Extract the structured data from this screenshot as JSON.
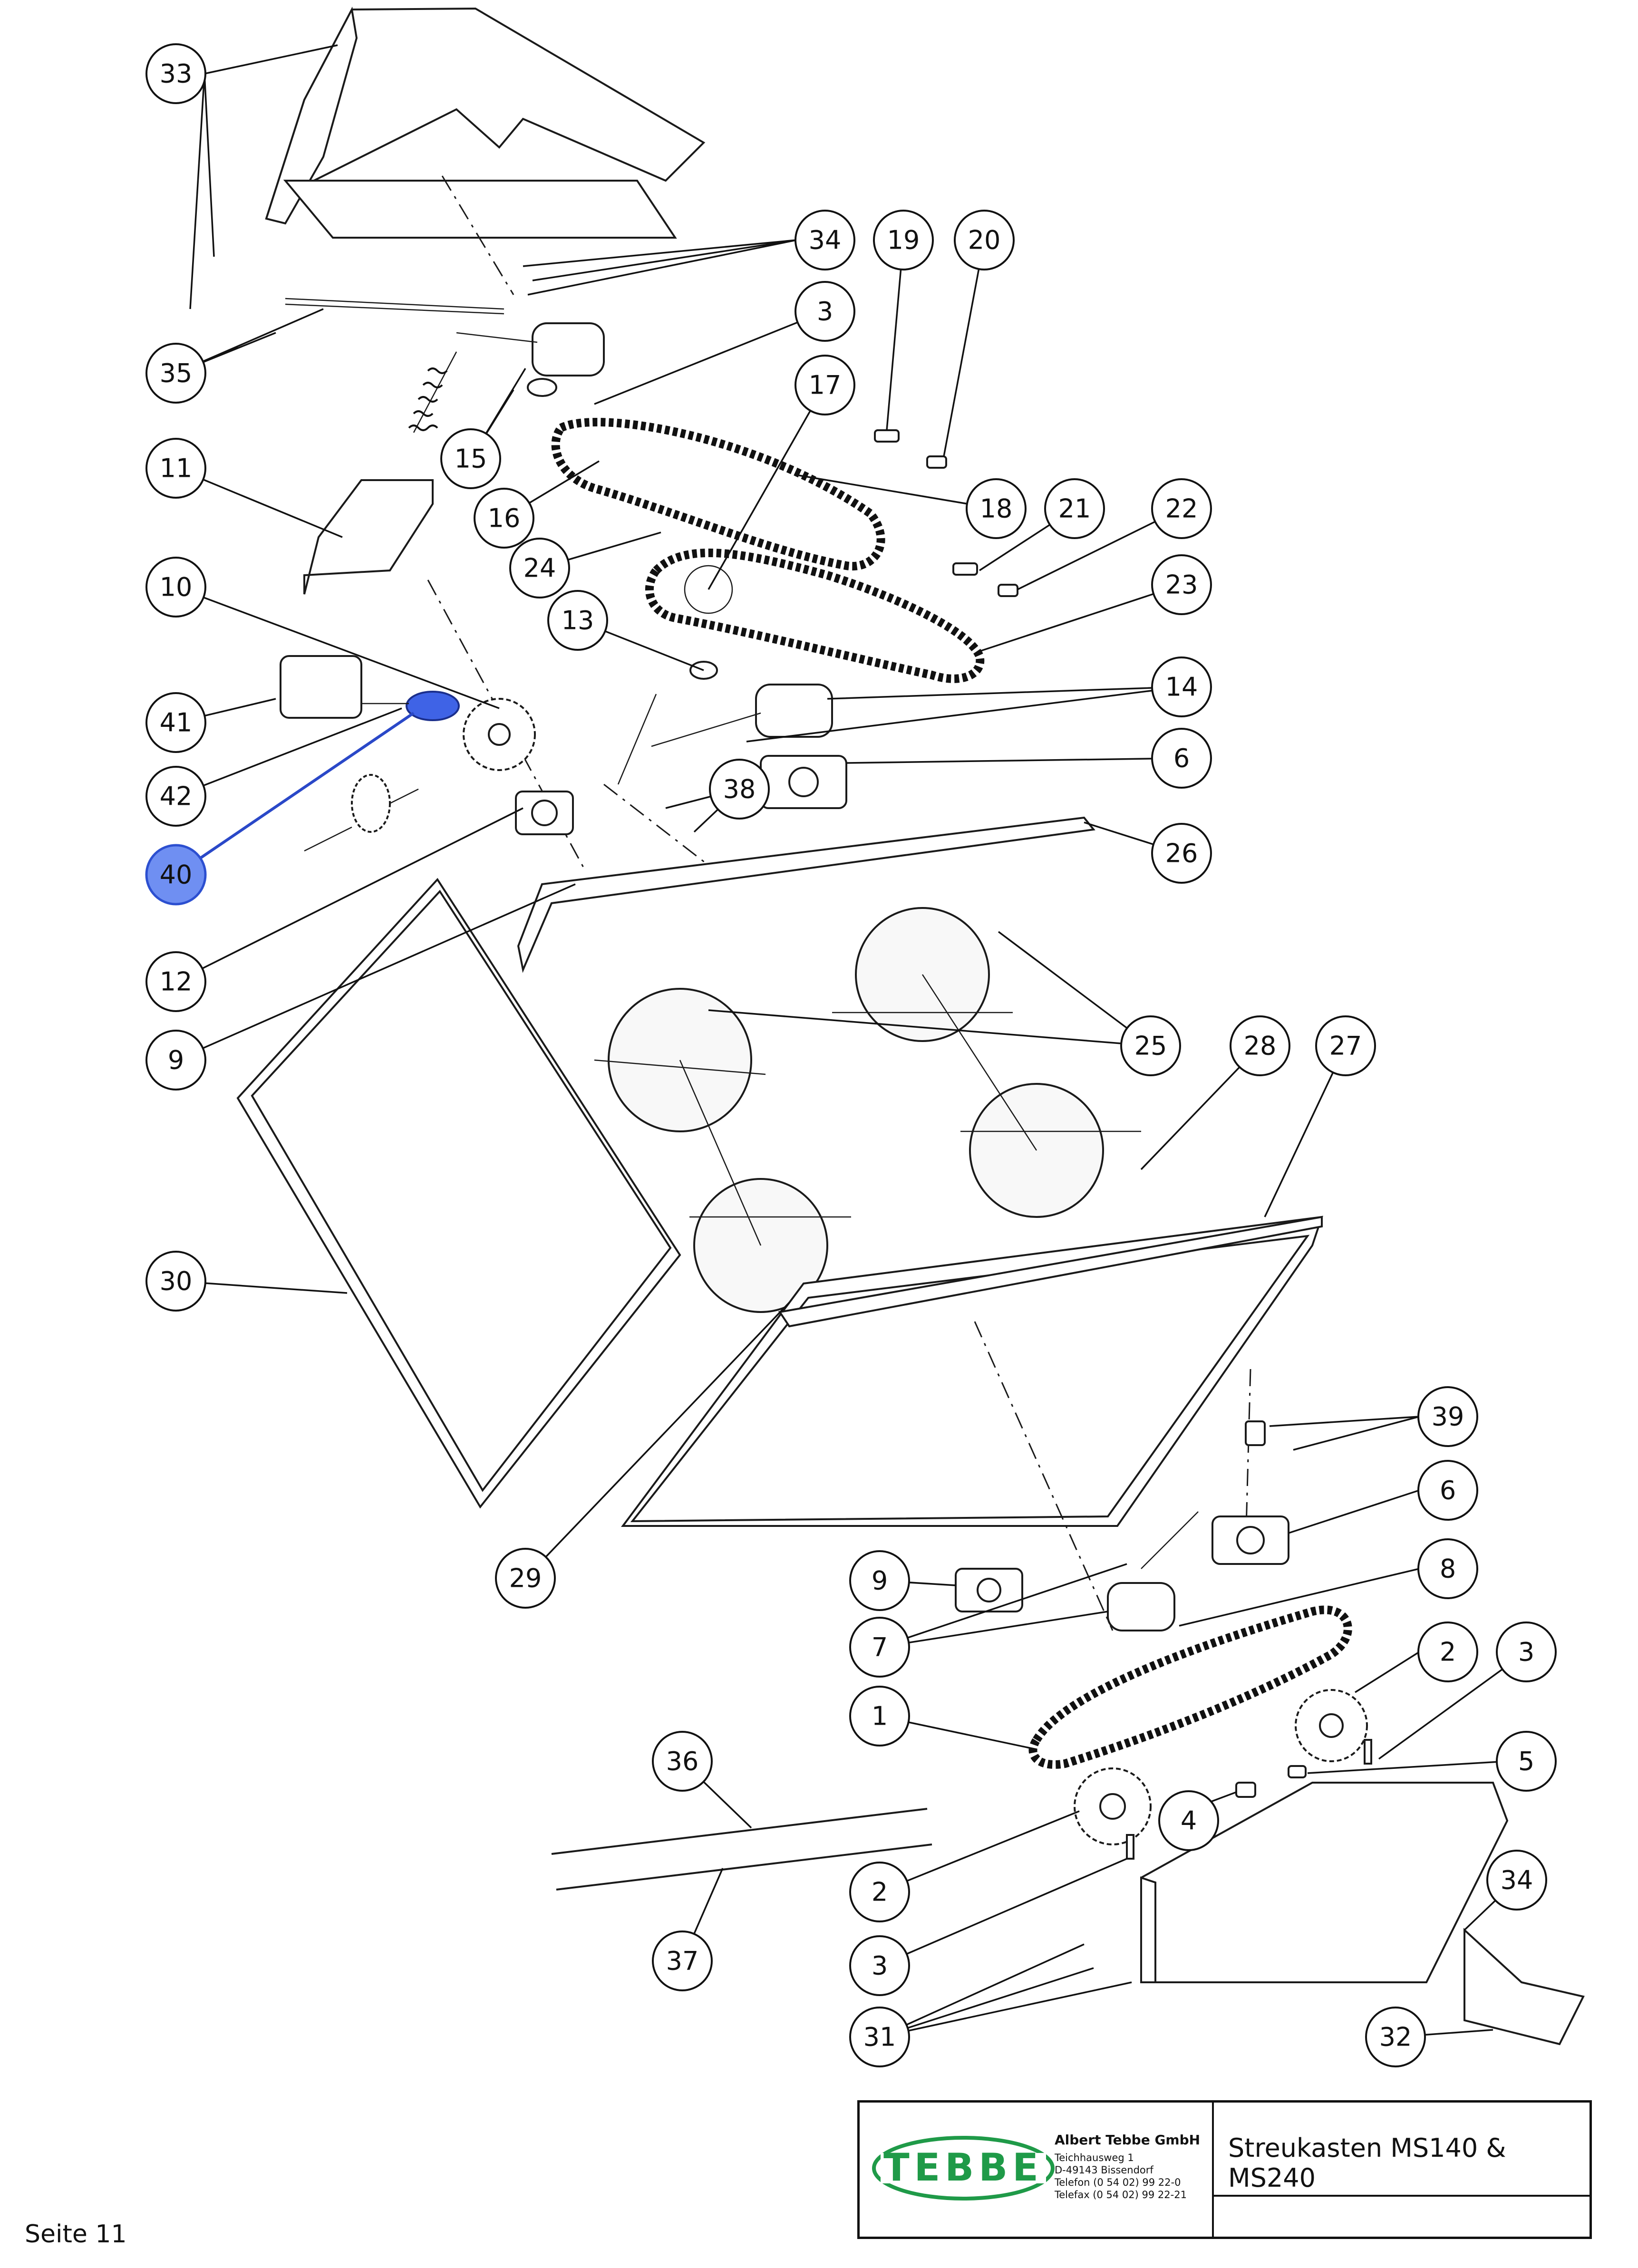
{
  "drawing": {
    "page_label": "Seite 11",
    "selected_callout": "40",
    "callouts": [
      {
        "id": "c33",
        "label": "33"
      },
      {
        "id": "c34a",
        "label": "34"
      },
      {
        "id": "c19",
        "label": "19"
      },
      {
        "id": "c20",
        "label": "20"
      },
      {
        "id": "c3a",
        "label": "3"
      },
      {
        "id": "c35",
        "label": "35"
      },
      {
        "id": "c17",
        "label": "17"
      },
      {
        "id": "c15",
        "label": "15"
      },
      {
        "id": "c11",
        "label": "11"
      },
      {
        "id": "c16",
        "label": "16"
      },
      {
        "id": "c18",
        "label": "18"
      },
      {
        "id": "c21",
        "label": "21"
      },
      {
        "id": "c22",
        "label": "22"
      },
      {
        "id": "c24",
        "label": "24"
      },
      {
        "id": "c10",
        "label": "10"
      },
      {
        "id": "c23",
        "label": "23"
      },
      {
        "id": "c13",
        "label": "13"
      },
      {
        "id": "c14",
        "label": "14"
      },
      {
        "id": "c41",
        "label": "41"
      },
      {
        "id": "c6a",
        "label": "6"
      },
      {
        "id": "c42",
        "label": "42"
      },
      {
        "id": "c38",
        "label": "38"
      },
      {
        "id": "c40",
        "label": "40"
      },
      {
        "id": "c26",
        "label": "26"
      },
      {
        "id": "c12",
        "label": "12"
      },
      {
        "id": "c25",
        "label": "25"
      },
      {
        "id": "c28",
        "label": "28"
      },
      {
        "id": "c27",
        "label": "27"
      },
      {
        "id": "c9a",
        "label": "9"
      },
      {
        "id": "c30",
        "label": "30"
      },
      {
        "id": "c39",
        "label": "39"
      },
      {
        "id": "c6b",
        "label": "6"
      },
      {
        "id": "c29",
        "label": "29"
      },
      {
        "id": "c8",
        "label": "8"
      },
      {
        "id": "c9b",
        "label": "9"
      },
      {
        "id": "c7",
        "label": "7"
      },
      {
        "id": "c2a",
        "label": "2"
      },
      {
        "id": "c3b",
        "label": "3"
      },
      {
        "id": "c1",
        "label": "1"
      },
      {
        "id": "c5",
        "label": "5"
      },
      {
        "id": "c36",
        "label": "36"
      },
      {
        "id": "c4",
        "label": "4"
      },
      {
        "id": "c34b",
        "label": "34"
      },
      {
        "id": "c2b",
        "label": "2"
      },
      {
        "id": "c37",
        "label": "37"
      },
      {
        "id": "c3c",
        "label": "3"
      },
      {
        "id": "c31",
        "label": "31"
      },
      {
        "id": "c32",
        "label": "32"
      }
    ]
  },
  "title_block": {
    "logo_text": "TEBBE",
    "company": "Albert Tebbe GmbH",
    "street": "Teichhausweg 1",
    "city": "D-49143 Bissendorf",
    "phone": "Telefon (0 54 02) 99 22-0",
    "fax": "Telefax (0 54 02) 99 22-21",
    "drawing_title": "Streukasten MS140 & MS240"
  },
  "colors": {
    "highlight_fill": "#6f8ff2",
    "highlight_part": "#3f63e6",
    "logo_green": "#1f9a48"
  }
}
